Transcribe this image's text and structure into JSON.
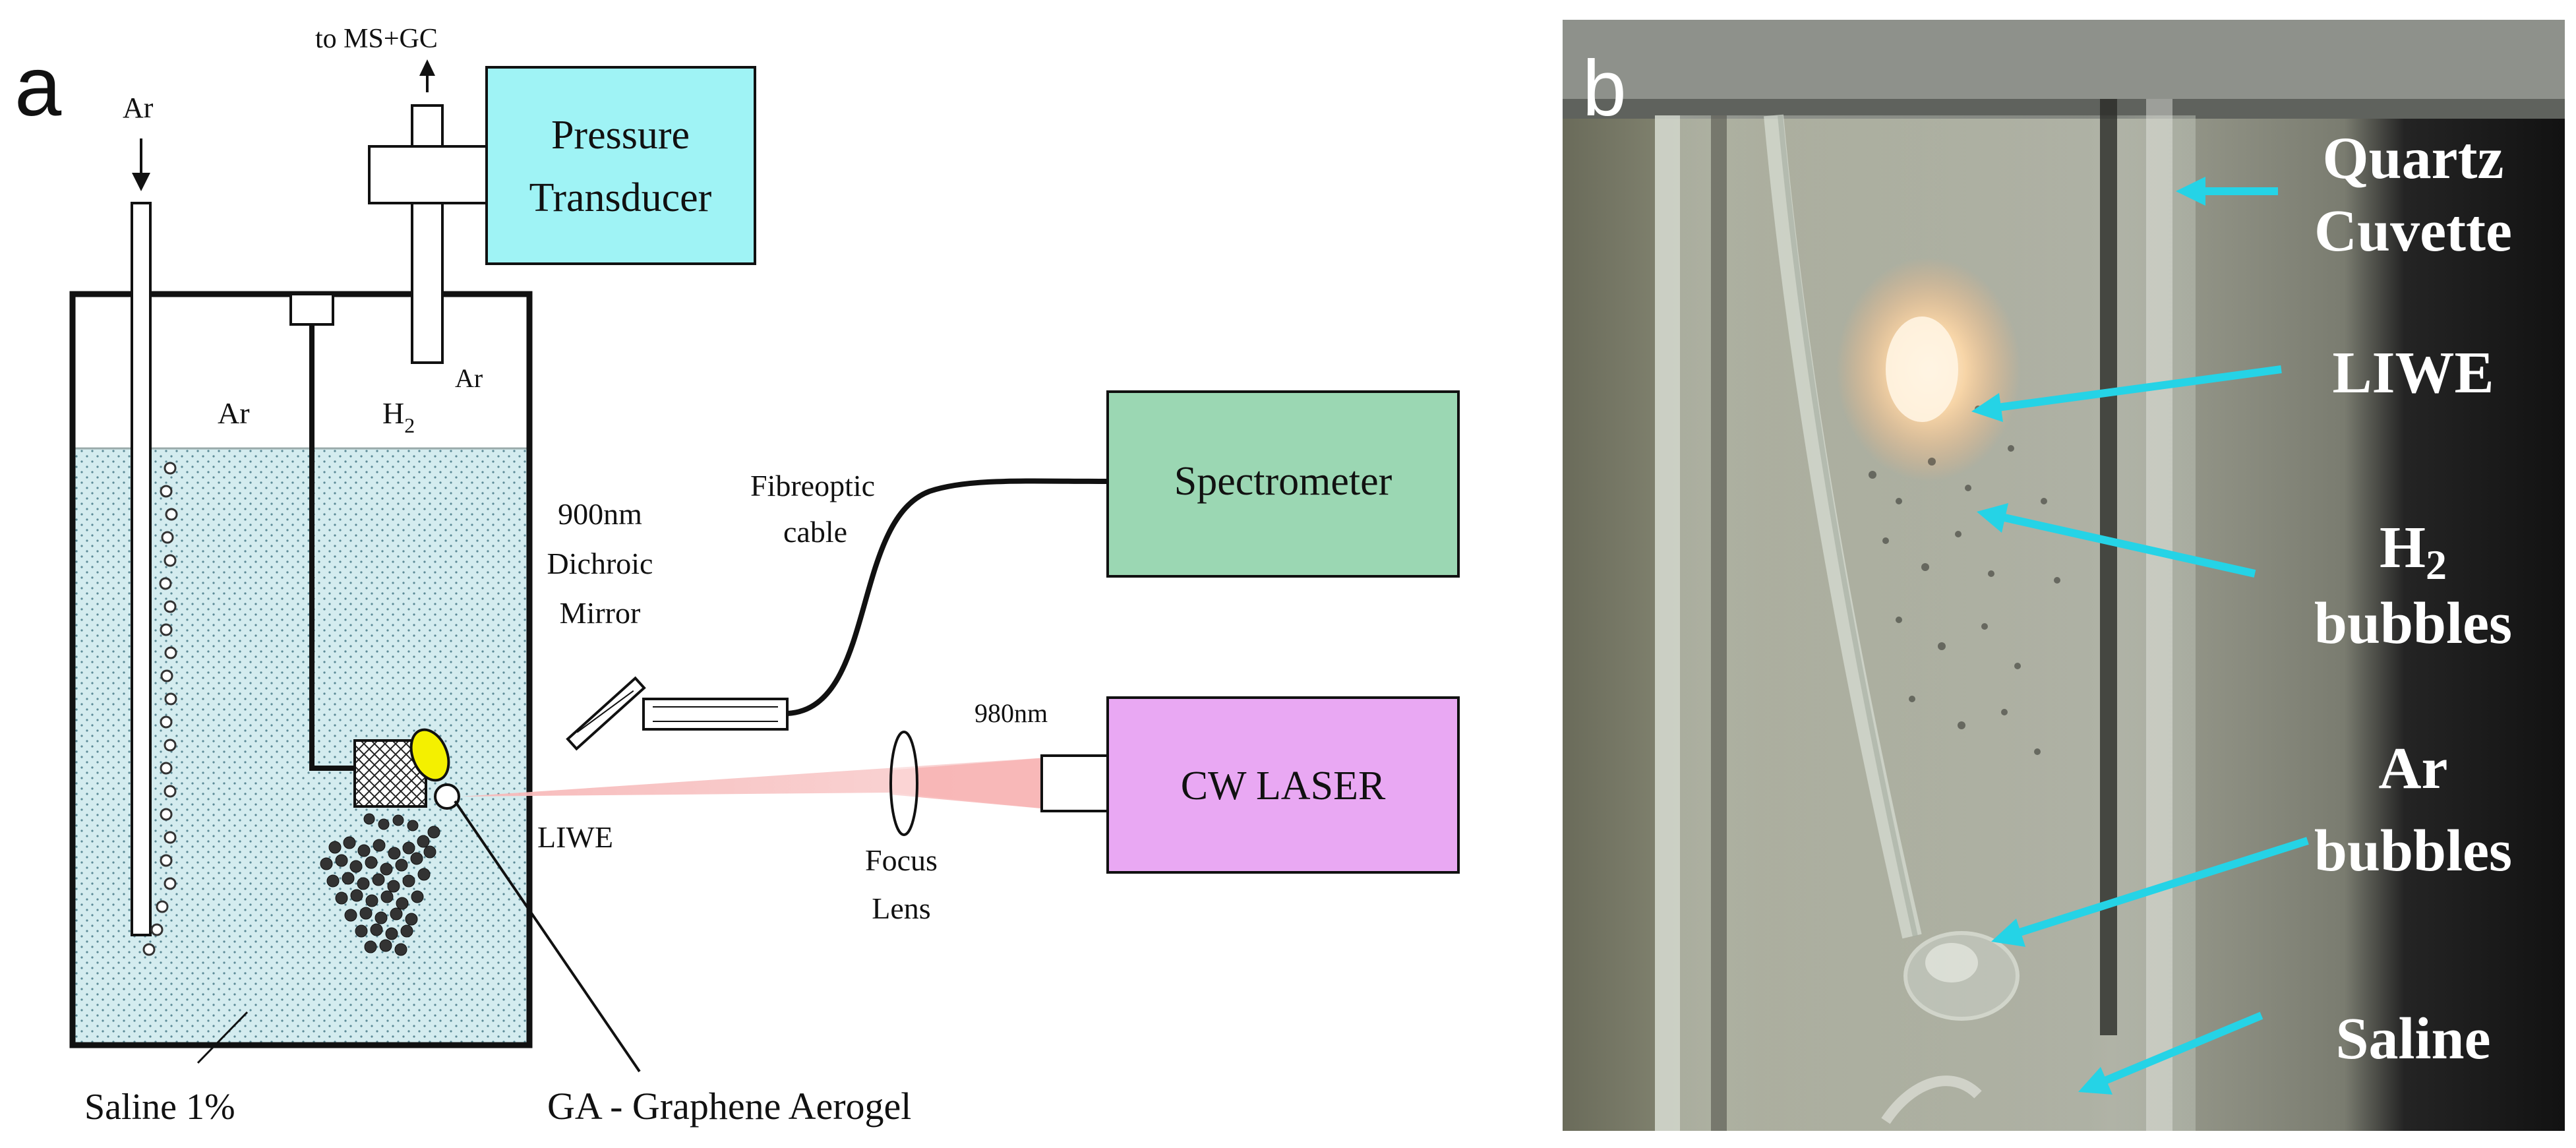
{
  "panel_a": {
    "letter": "a",
    "labels": {
      "ar_inlet": "Ar",
      "to_ms_gc": "to MS+GC",
      "ar_outlet": "Ar",
      "pressure_transducer_line1": "Pressure",
      "pressure_transducer_line2": "Transducer",
      "headspace_ar": "Ar",
      "headspace_h2_main": "H",
      "headspace_h2_sub": "2",
      "spectrometer": "Spectrometer",
      "fibreoptic_line1": "Fibreoptic",
      "fibreoptic_line2": "cable",
      "mirror_line1": "900nm",
      "mirror_line2": "Dichroic",
      "mirror_line3": "Mirror",
      "laser_wavelength": "980nm",
      "laser": "CW LASER",
      "liwe": "LIWE",
      "focus_lens_line1": "Focus",
      "focus_lens_line2": "Lens",
      "saline": "Saline 1%",
      "graphene_aerogel": "GA - Graphene Aerogel"
    },
    "colors": {
      "pressure_box": "#9FF3F5",
      "spectrometer_box": "#9BD7B3",
      "laser_box": "#E9A8F3",
      "saline_fill": "#D4ECEF",
      "laser_beam": "#F6C2C2",
      "sample_highlight": "#F4F000"
    }
  },
  "panel_b": {
    "letter": "b",
    "labels": {
      "quartz_line1": "Quartz",
      "quartz_line2": "Cuvette",
      "liwe": "LIWE",
      "h2_main": "H",
      "h2_sub": "2",
      "h2_line2": "bubbles",
      "ar_line1": "Ar",
      "ar_line2": "bubbles",
      "saline": "Saline"
    },
    "colors": {
      "arrow": "#25D3E6",
      "label_text": "#ffffff",
      "glow": "#FFE3B8"
    }
  }
}
